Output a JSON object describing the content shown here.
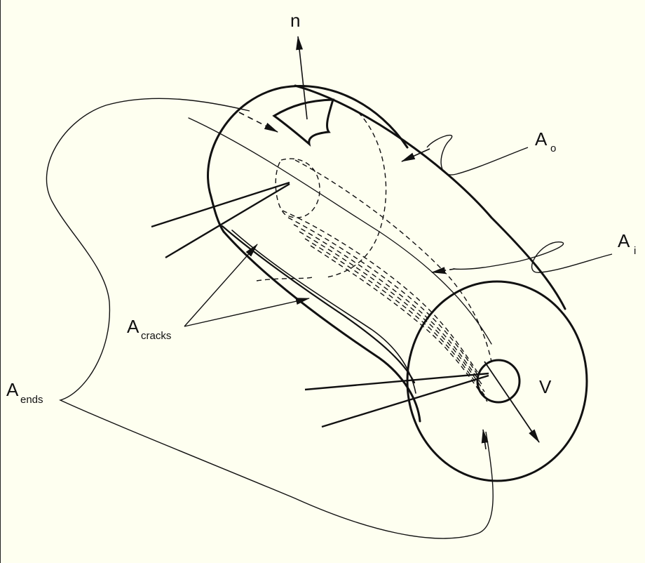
{
  "labels": {
    "normal": "n",
    "outer_main": "A",
    "outer_sub": "o",
    "inner_main": "A",
    "inner_sub": "i",
    "cracks_main": "A",
    "cracks_sub": "cracks",
    "ends_main": "A",
    "ends_sub": "ends",
    "volume": "V"
  },
  "colors": {
    "background": "#fefff0",
    "ink": "#111111"
  }
}
